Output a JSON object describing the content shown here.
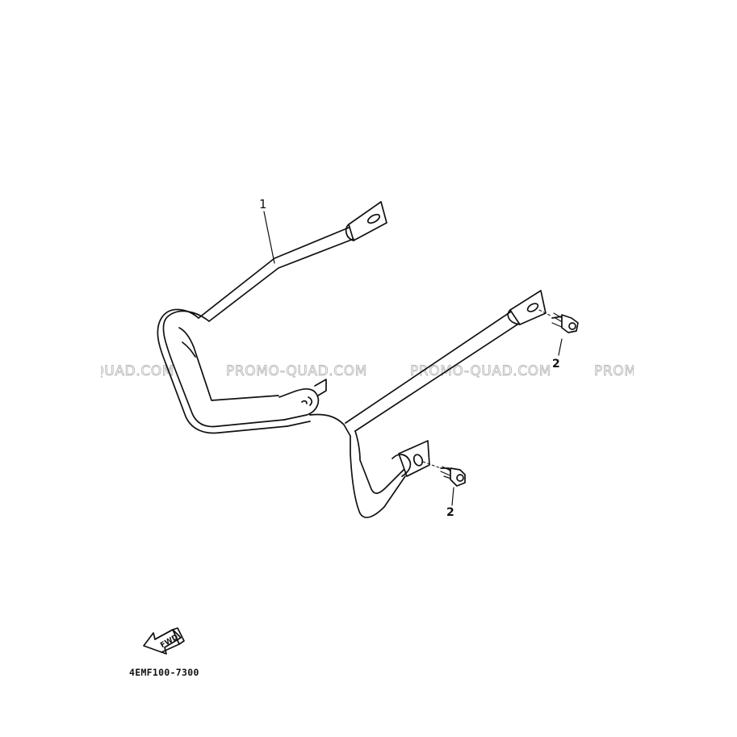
{
  "callouts": {
    "part_1": "1",
    "part_2_upper": "2",
    "part_2_lower": "2"
  },
  "forward_arrow_label": "FWD",
  "part_code": "4EMF100-7300",
  "watermark": {
    "text": "PROMO-QUAD.COM",
    "repeats": [
      "PROMO-QUAD.COM",
      "PROMO-QUAD.COM",
      "PROMO-QUAD.COM",
      "PROMO-QUAD.COM"
    ]
  },
  "colors": {
    "line": "#111111",
    "background": "#ffffff",
    "watermark_outline": "#b9b9b9"
  }
}
